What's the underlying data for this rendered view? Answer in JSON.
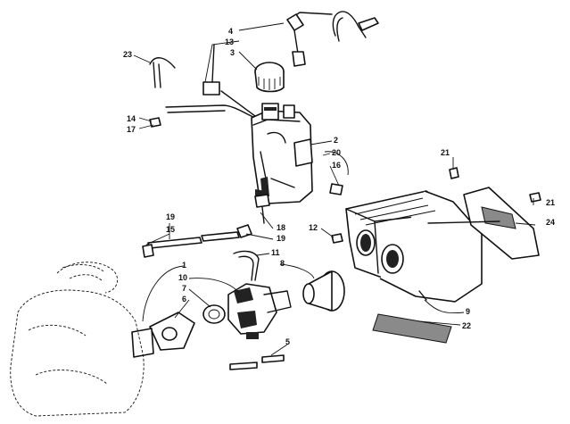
{
  "diagram": {
    "callouts": [
      {
        "id": "c4",
        "text": "4"
      },
      {
        "id": "c13",
        "text": "13"
      },
      {
        "id": "c3",
        "text": "3"
      },
      {
        "id": "c23",
        "text": "23"
      },
      {
        "id": "c14",
        "text": "14"
      },
      {
        "id": "c17",
        "text": "17"
      },
      {
        "id": "c2",
        "text": "2"
      },
      {
        "id": "c20",
        "text": "20"
      },
      {
        "id": "c16",
        "text": "16"
      },
      {
        "id": "c21a",
        "text": "21"
      },
      {
        "id": "c21b",
        "text": "21"
      },
      {
        "id": "c24",
        "text": "24"
      },
      {
        "id": "c12",
        "text": "12"
      },
      {
        "id": "c19a",
        "text": "19"
      },
      {
        "id": "c15",
        "text": "15"
      },
      {
        "id": "c18",
        "text": "18"
      },
      {
        "id": "c19b",
        "text": "19"
      },
      {
        "id": "c1",
        "text": "1"
      },
      {
        "id": "c11",
        "text": "11"
      },
      {
        "id": "c8",
        "text": "8"
      },
      {
        "id": "c10",
        "text": "10"
      },
      {
        "id": "c7",
        "text": "7"
      },
      {
        "id": "c6",
        "text": "6"
      },
      {
        "id": "c9",
        "text": "9"
      },
      {
        "id": "c22",
        "text": "22"
      },
      {
        "id": "c5",
        "text": "5"
      }
    ]
  }
}
